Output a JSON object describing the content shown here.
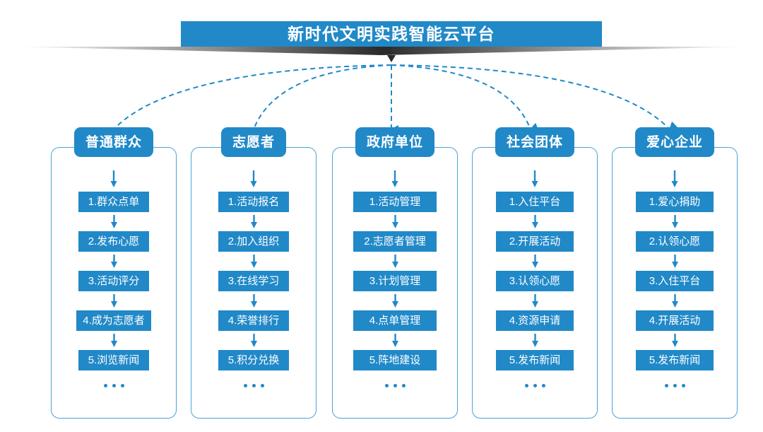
{
  "banner": {
    "title": "新时代文明实践智能云平台",
    "accent_color": "#2189c8",
    "shadow_color": "#2b2b2b",
    "arrow_icon": "chevron-down-icon"
  },
  "border_color": "#4aa3d6",
  "text_color": "#ffffff",
  "ellipsis_label": "...",
  "columns": [
    {
      "header": "普通群众",
      "items": [
        "1.群众点单",
        "2.发布心愿",
        "3.活动评分",
        "4.成为志愿者",
        "5.浏览新闻"
      ]
    },
    {
      "header": "志愿者",
      "items": [
        "1.活动报名",
        "2.加入组织",
        "3.在线学习",
        "4.荣誉排行",
        "5.积分兑换"
      ]
    },
    {
      "header": "政府单位",
      "items": [
        "1.活动管理",
        "2.志愿者管理",
        "3.计划管理",
        "4.点单管理",
        "5.阵地建设"
      ]
    },
    {
      "header": "社会团体",
      "items": [
        "1.入住平台",
        "2.开展活动",
        "3.认领心愿",
        "4.资源申请",
        "5.发布新闻"
      ]
    },
    {
      "header": "爱心企业",
      "items": [
        "1.爱心捐助",
        "2.认领心愿",
        "3.入住平台",
        "4.开展活动",
        "5.发布新闻"
      ]
    }
  ]
}
